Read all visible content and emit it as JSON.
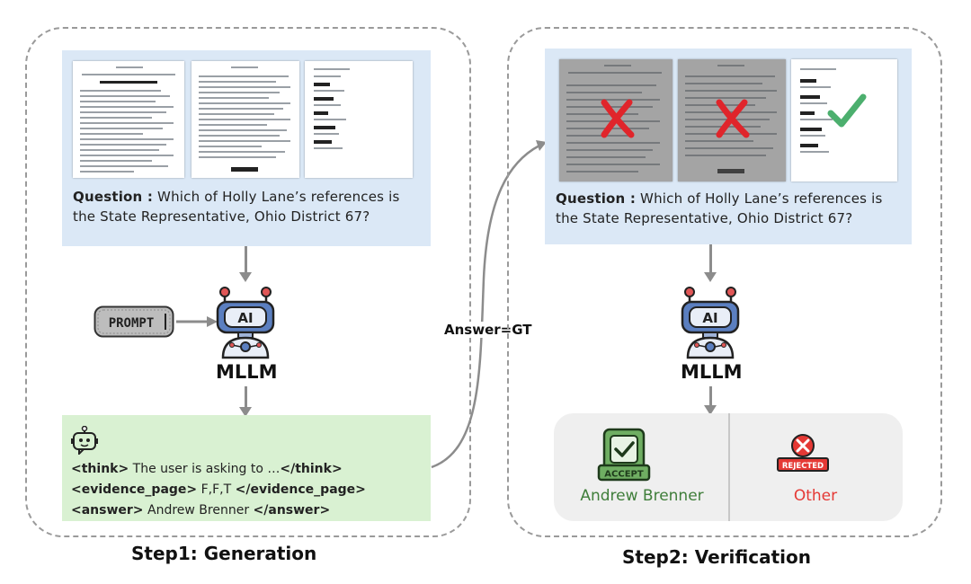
{
  "step1": {
    "title": "Step1: Generation",
    "question_label": "Question :",
    "question_text": "Which of Holly Lane’s references is the State Representative, Ohio District 67?",
    "prompt_label": "PROMPT",
    "model_label": "MLLM",
    "output": {
      "think_open": "<think>",
      "think_text": " The user is asking to …",
      "think_close": "</think>",
      "evidence_open": "<evidence_page>",
      "evidence_text": " F,F,T ",
      "evidence_close": "</evidence_page>",
      "answer_open": "<answer>",
      "answer_text": " Andrew Brenner ",
      "answer_close": "</answer>"
    }
  },
  "connector": {
    "label": "Answer=GT"
  },
  "step2": {
    "title": "Step2: Verification",
    "question_label": "Question :",
    "question_text": "Which of Holly Lane’s references is the State Representative, Ohio District 67?",
    "model_label": "MLLM",
    "accept_badge": "ACCEPT",
    "accept_answer": "Andrew Brenner",
    "rejected_badge": "REJECTED",
    "rejected_answer": "Other",
    "page_marks": [
      "cross",
      "cross",
      "check"
    ]
  },
  "colors": {
    "question_bg": "#dbe8f6",
    "generation_bg": "#d9f1d2",
    "verify_bg": "#efefef",
    "accept_green": "#3f7e3a",
    "reject_red": "#e53935",
    "cross_red": "#e0252b",
    "check_green": "#4caf6e"
  }
}
